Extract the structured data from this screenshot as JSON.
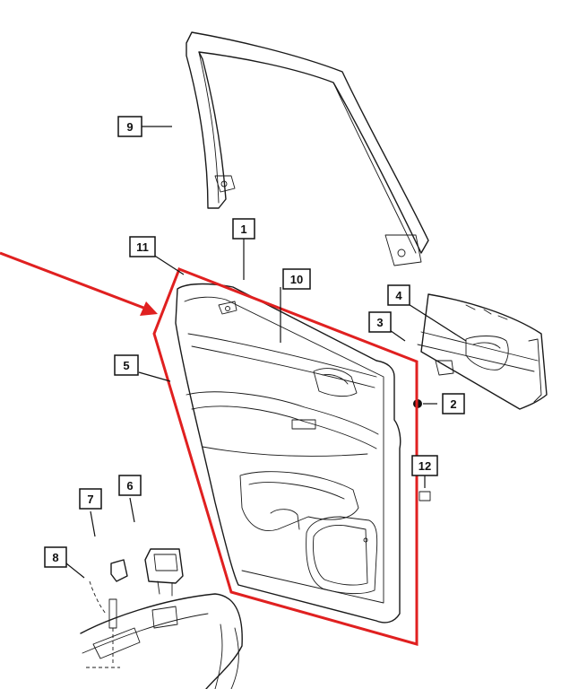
{
  "callouts": [
    {
      "id": "1",
      "label": "1"
    },
    {
      "id": "2",
      "label": "2"
    },
    {
      "id": "3",
      "label": "3"
    },
    {
      "id": "4",
      "label": "4"
    },
    {
      "id": "5",
      "label": "5"
    },
    {
      "id": "6",
      "label": "6"
    },
    {
      "id": "7",
      "label": "7"
    },
    {
      "id": "8",
      "label": "8"
    },
    {
      "id": "9",
      "label": "9"
    },
    {
      "id": "10",
      "label": "10"
    },
    {
      "id": "11",
      "label": "11"
    },
    {
      "id": "12",
      "label": "12"
    }
  ],
  "colors": {
    "highlight": "#e02020",
    "linework": "#1a1a1a",
    "background": "#ffffff"
  },
  "highlighted_part": "door-trim-panel",
  "pointer_arrow": "red-arrow"
}
